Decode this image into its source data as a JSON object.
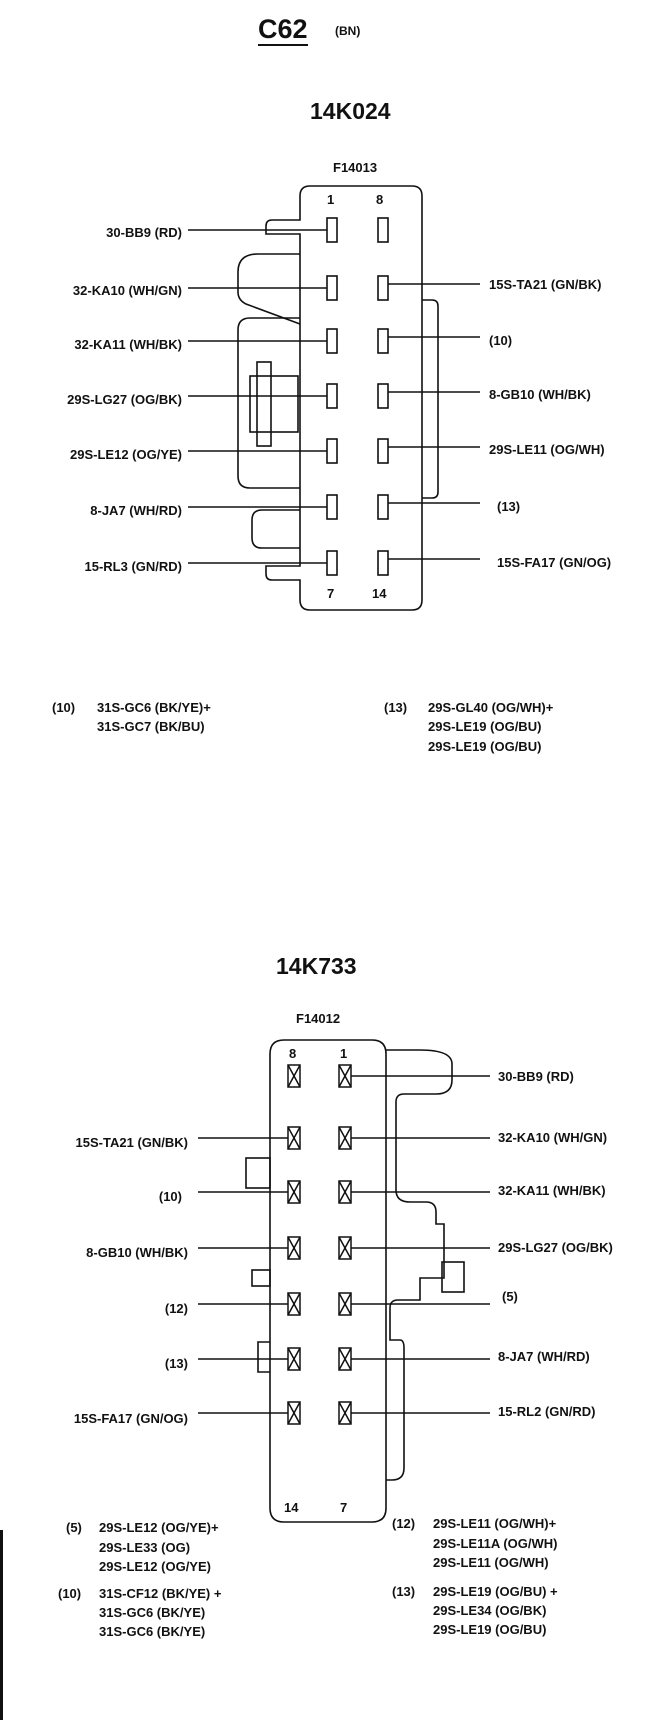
{
  "header": {
    "title": "C62",
    "color_code": "(BN)"
  },
  "connectors": [
    {
      "part": "14K024",
      "label": "F14013",
      "pin_numbers": {
        "top_left": "1",
        "top_right": "8",
        "bottom_left": "7",
        "bottom_right": "14"
      },
      "left_wires": [
        "30-BB9 (RD)",
        "32-KA10 (WH/GN)",
        "32-KA11 (WH/BK)",
        "29S-LG27 (OG/BK)",
        "29S-LE12 (OG/YE)",
        "8-JA7 (WH/RD)",
        "15-RL3 (GN/RD)"
      ],
      "right_wires": [
        "",
        "15S-TA21 (GN/BK)",
        "(10)",
        "8-GB10 (WH/BK)",
        "29S-LE11 (OG/WH)",
        "(13)",
        "15S-FA17 (GN/OG)"
      ],
      "notes": [
        {
          "ref": "(10)",
          "lines": [
            "31S-GC6 (BK/YE)+",
            "31S-GC7 (BK/BU)"
          ]
        },
        {
          "ref": "(13)",
          "lines": [
            "29S-GL40 (OG/WH)+",
            "29S-LE19 (OG/BU)",
            "29S-LE19 (OG/BU)"
          ]
        }
      ]
    },
    {
      "part": "14K733",
      "label": "F14012",
      "pin_numbers": {
        "top_left": "8",
        "top_right": "1",
        "bottom_left": "14",
        "bottom_right": "7"
      },
      "left_wires": [
        "",
        "15S-TA21 (GN/BK)",
        "(10)",
        "8-GB10 (WH/BK)",
        "(12)",
        "(13)",
        "15S-FA17 (GN/OG)"
      ],
      "right_wires": [
        "30-BB9 (RD)",
        "32-KA10 (WH/GN)",
        "32-KA11 (WH/BK)",
        "29S-LG27 (OG/BK)",
        "(5)",
        "8-JA7 (WH/RD)",
        "15-RL2 (GN/RD)"
      ],
      "notes": [
        {
          "ref": "(5)",
          "lines": [
            "29S-LE12 (OG/YE)+",
            "29S-LE33 (OG)",
            "29S-LE12 (OG/YE)"
          ]
        },
        {
          "ref": "(12)",
          "lines": [
            "29S-LE11 (OG/WH)+",
            "29S-LE11A (OG/WH)",
            "29S-LE11 (OG/WH)"
          ]
        },
        {
          "ref": "(10)",
          "lines": [
            "31S-CF12 (BK/YE) +",
            "31S-GC6 (BK/YE)",
            "31S-GC6 (BK/YE)"
          ]
        },
        {
          "ref": "(13)",
          "lines": [
            "29S-LE19 (OG/BU) +",
            "29S-LE34 (OG/BK)",
            "29S-LE19 (OG/BU)"
          ]
        }
      ]
    }
  ]
}
